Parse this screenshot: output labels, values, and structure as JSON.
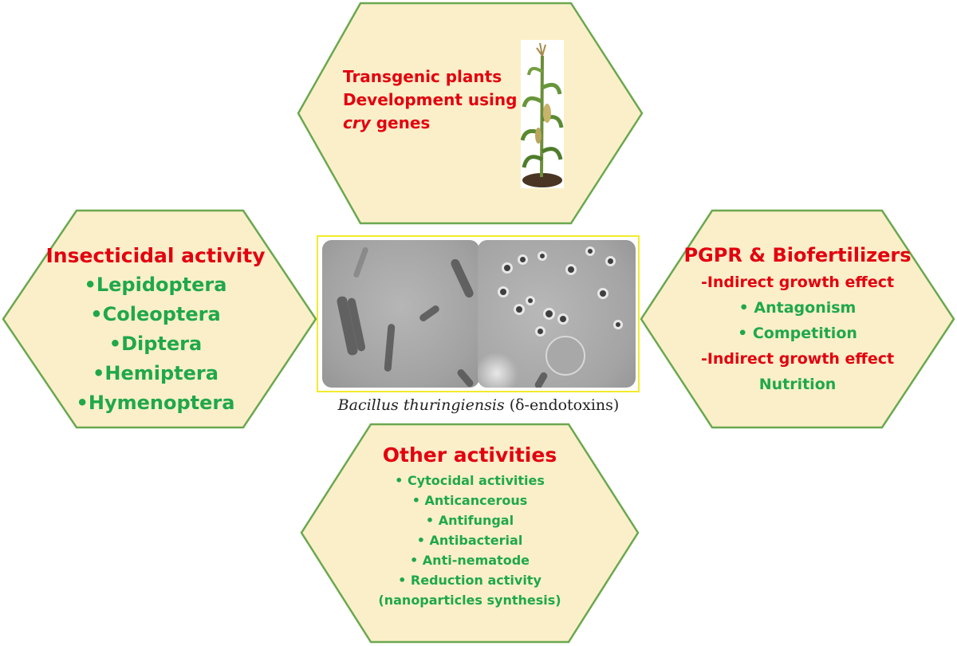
{
  "colors": {
    "hex_fill": "#fbefc9",
    "hex_stroke": "#6aa84f",
    "heading_red": "#e3000f",
    "item_green": "#1fa84a"
  },
  "top": {
    "lines": [
      "Transgenic plants",
      "Development using"
    ],
    "gene_italic": "cry",
    "gene_suffix": " genes",
    "image_icon": "corn-plant-icon"
  },
  "left": {
    "title": "Insecticidal activity",
    "items": [
      "•Lepidoptera",
      "•Coleoptera",
      "•Diptera",
      "•Hemiptera",
      "•Hymenoptera"
    ]
  },
  "right": {
    "title": "PGPR & Biofertilizers",
    "items": [
      "-Indirect growth effect",
      "• Antagonism",
      "• Competition",
      "-Indirect growth effect",
      "Nutrition"
    ]
  },
  "bottom": {
    "title": "Other activities",
    "items": [
      "• Cytocidal activities",
      "• Anticancerous",
      "• Antifungal",
      "• Antibacterial",
      "• Anti-nematode",
      "• Reduction activity",
      "(nanoparticles synthesis)"
    ]
  },
  "center": {
    "caption_italic": "Bacillus thuringiensis",
    "caption_rest": " (δ-endotoxins)"
  }
}
